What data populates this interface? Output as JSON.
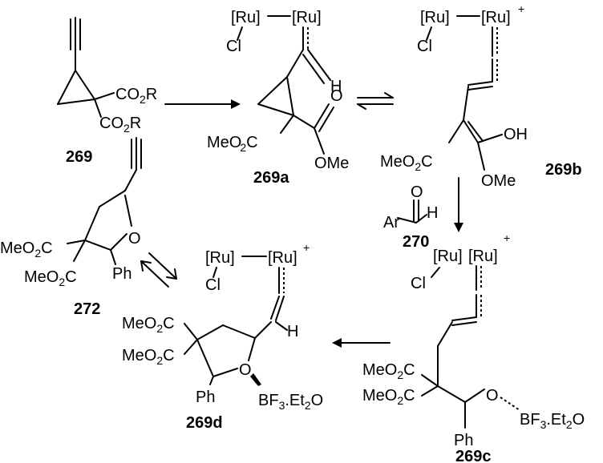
{
  "compounds": {
    "c269": "269",
    "c269a": "269a",
    "c269b": "269b",
    "c269c": "269c",
    "c269d": "269d",
    "c270": "270",
    "c272": "272"
  },
  "labels": {
    "ru": "[Ru]",
    "cl": "Cl",
    "h": "H",
    "o": "O",
    "oh": "OH",
    "ome": "OMe",
    "meo": "MeO",
    "meo2c": "MeO",
    "co2r": "CO",
    "r": "R",
    "ar": "Ar",
    "ph": "Ph",
    "plus": "+",
    "bf3": "BF",
    "et2o": "Et",
    "sub2": "2",
    "sub3": "3",
    "o_after_sub": "O",
    "c_after_sub": "C",
    "dot": "."
  }
}
